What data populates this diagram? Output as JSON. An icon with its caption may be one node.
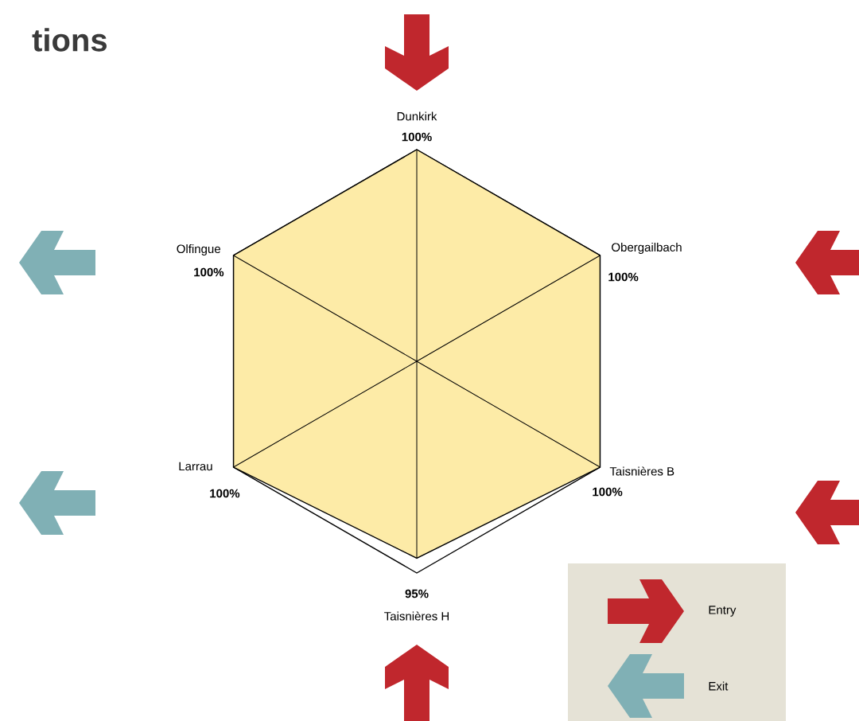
{
  "diagram": {
    "title": "tions",
    "labels": [
      "Dunkirk",
      "100%",
      "Olfingue",
      "100%",
      "Obergailbach",
      "100%",
      "Larrau",
      "100%",
      "Taisnières B",
      "100%",
      "95%",
      "Taisnières H"
    ],
    "legend": [
      {
        "text": "Entry"
      },
      {
        "text": "Exit"
      }
    ]
  }
}
